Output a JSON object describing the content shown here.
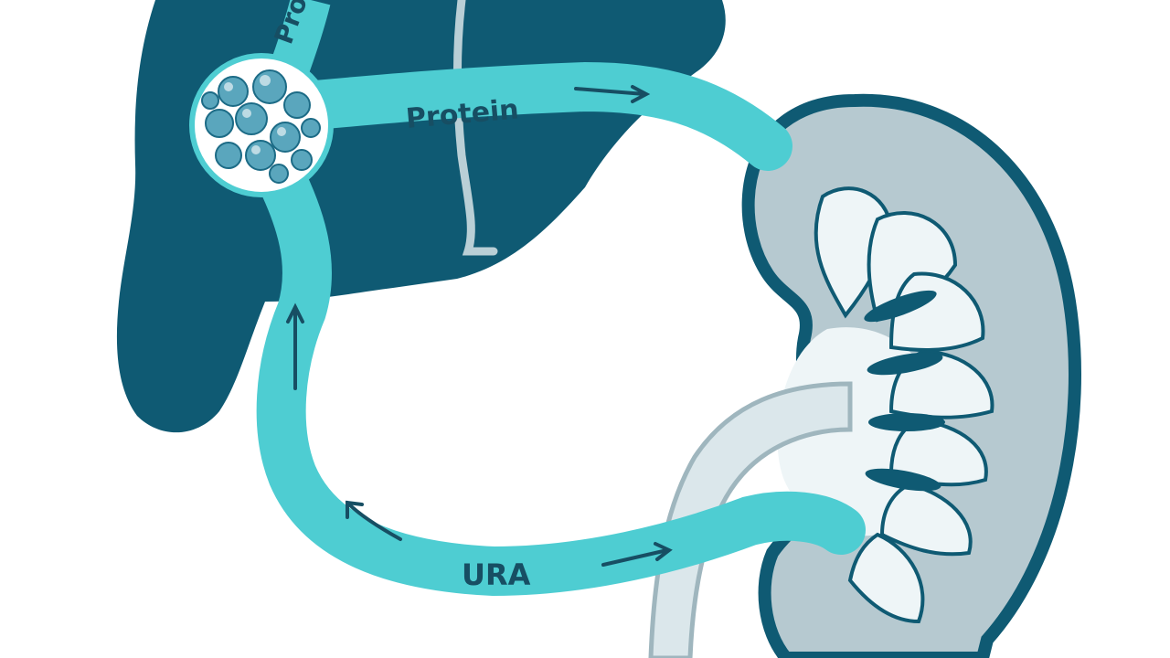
{
  "labels": {
    "protein_main": "Protein",
    "protein_top": "Pro",
    "urea": "URA"
  },
  "colors": {
    "liver": "#0f5a73",
    "vessel": "#4ecdd2",
    "kidney_outline": "#0f5a73",
    "kidney_fill": "#b6c9d0",
    "kidney_inner": "#eef5f7",
    "arrow": "#174e63",
    "hepatocyte": "#3d8aa3"
  },
  "icons": {
    "liver": "liver-organ",
    "kidney": "kidney-organ",
    "hepatocyte_cluster": "cell-cluster-icon"
  }
}
